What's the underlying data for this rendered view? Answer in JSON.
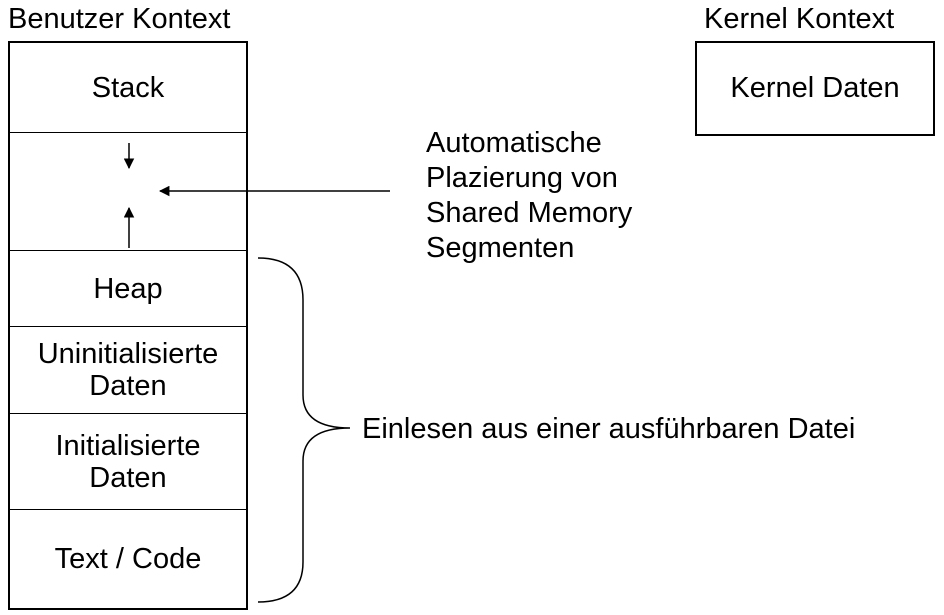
{
  "user_context": {
    "title": "Benutzer Kontext",
    "segments": {
      "stack": "Stack",
      "heap": "Heap",
      "uninit_line1": "Uninitialisierte",
      "uninit_line2": "Daten",
      "init_line1": "Initialisierte",
      "init_line2": "Daten",
      "text_code": "Text / Code"
    }
  },
  "kernel_context": {
    "title": "Kernel Kontext",
    "box_label": "Kernel Daten"
  },
  "shared_memory_note": {
    "lines": [
      "Automatische",
      "Plazierung von",
      "Shared Memory",
      "Segmenten"
    ]
  },
  "executable_note": "Einlesen aus einer ausführbaren Datei"
}
